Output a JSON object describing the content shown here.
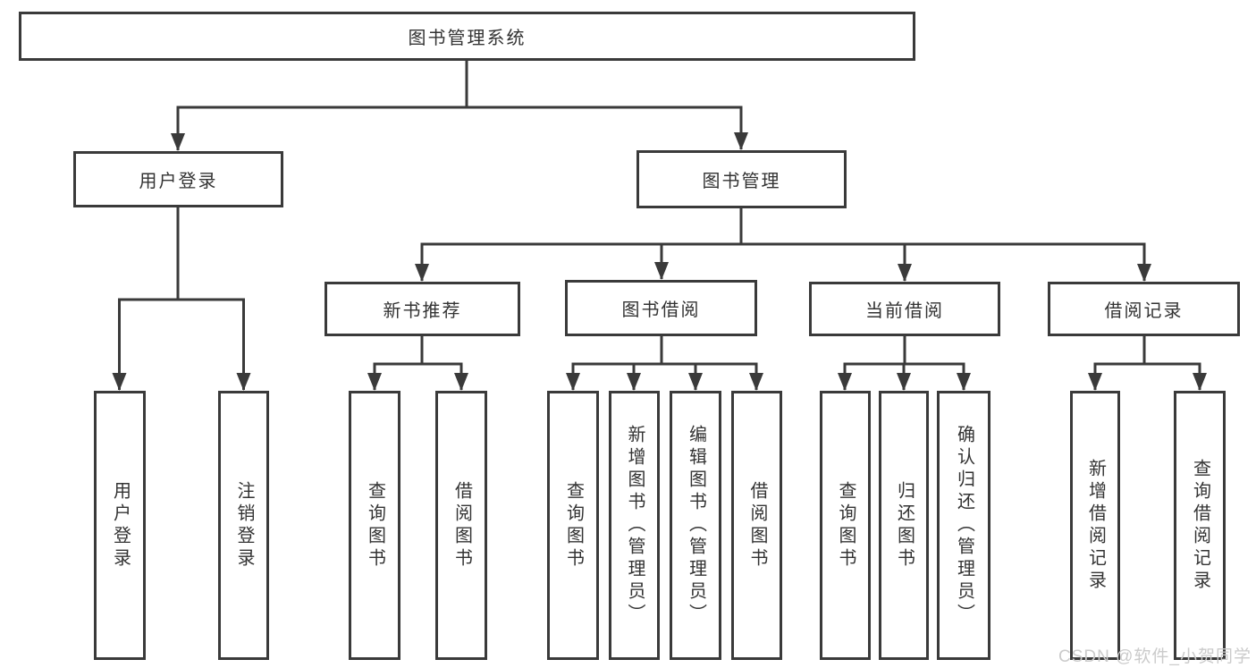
{
  "diagram": {
    "watermark": "CSDN @软件_小贺同学",
    "colors": {
      "line": "#3a3a3a",
      "text": "#333333",
      "background": "#ffffff",
      "watermark": "#cbcbcb"
    },
    "tree": {
      "label": "图书管理系统",
      "children": [
        {
          "label": "用户登录",
          "children": [
            {
              "label": "用户登录"
            },
            {
              "label": "注销登录"
            }
          ]
        },
        {
          "label": "图书管理",
          "children": [
            {
              "label": "新书推荐",
              "children": [
                {
                  "label": "查询图书"
                },
                {
                  "label": "借阅图书"
                }
              ]
            },
            {
              "label": "图书借阅",
              "children": [
                {
                  "label": "查询图书"
                },
                {
                  "label": "新增图书（管理员）"
                },
                {
                  "label": "编辑图书（管理员）"
                },
                {
                  "label": "借阅图书"
                }
              ]
            },
            {
              "label": "当前借阅",
              "children": [
                {
                  "label": "查询图书"
                },
                {
                  "label": "归还图书"
                },
                {
                  "label": "确认归还（管理员）"
                }
              ]
            },
            {
              "label": "借阅记录",
              "children": [
                {
                  "label": "新增借阅记录"
                },
                {
                  "label": "查询借阅记录"
                }
              ]
            }
          ]
        }
      ]
    }
  }
}
